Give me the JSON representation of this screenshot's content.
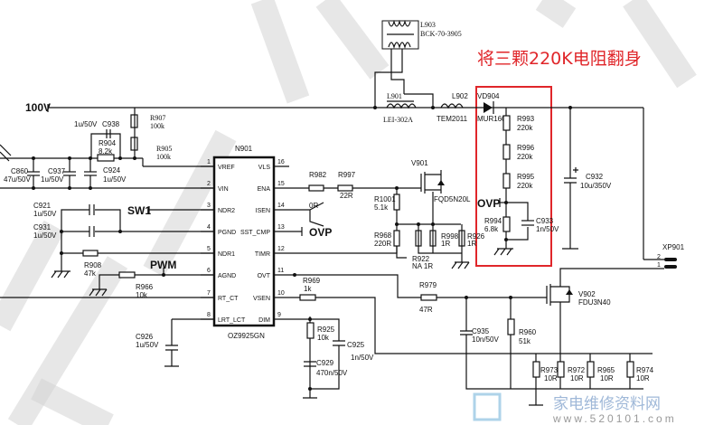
{
  "annotation": "将三颗220K电阻翻身",
  "rails": {
    "v100": "100V",
    "sw1": "SW1",
    "pwm": "PWM",
    "ovp_left": "OVP",
    "ovp_right": "OVP"
  },
  "ic": {
    "ref": "N901",
    "part": "OZ9925GN",
    "left_pins": [
      {
        "num": "1",
        "name": "VREF"
      },
      {
        "num": "2",
        "name": "VIN"
      },
      {
        "num": "3",
        "name": "NDR2"
      },
      {
        "num": "4",
        "name": "PGND"
      },
      {
        "num": "5",
        "name": "NDR1"
      },
      {
        "num": "6",
        "name": "AGND"
      },
      {
        "num": "7",
        "name": "RT_CT"
      },
      {
        "num": "8",
        "name": "LRT_LCT"
      }
    ],
    "right_pins": [
      {
        "num": "16",
        "name": "VLS"
      },
      {
        "num": "15",
        "name": "ENA"
      },
      {
        "num": "14",
        "name": "ISEN"
      },
      {
        "num": "13",
        "name": "SST_CMP"
      },
      {
        "num": "12",
        "name": "TIMR"
      },
      {
        "num": "11",
        "name": "OVT"
      },
      {
        "num": "10",
        "name": "VSEN"
      },
      {
        "num": "9",
        "name": "DIM"
      }
    ]
  },
  "components": {
    "R907": {
      "ref": "R907",
      "value": "100k"
    },
    "R905": {
      "ref": "R905",
      "value": "100k"
    },
    "C938": {
      "ref": "C938",
      "value": "1u/50V"
    },
    "R904": {
      "ref": "R904",
      "value": "8.2k"
    },
    "C860": {
      "ref": "C860",
      "value": "47u/50V"
    },
    "C937": {
      "ref": "C937",
      "value": "1u/50V"
    },
    "C924": {
      "ref": "C924",
      "value": "1u/50V"
    },
    "C921": {
      "ref": "C921",
      "value": "1u/50V"
    },
    "C931": {
      "ref": "C931",
      "value": "1u/50V"
    },
    "R908": {
      "ref": "R908",
      "value": "47k"
    },
    "R966": {
      "ref": "R966",
      "value": "10k"
    },
    "C926": {
      "ref": "C926",
      "value": "1u/50V"
    },
    "R982": {
      "ref": "R982"
    },
    "R997": {
      "ref": "R997",
      "value": "22R"
    },
    "R0": {
      "value": "0R"
    },
    "R1001": {
      "ref": "R1001",
      "value": "5.1k"
    },
    "R968": {
      "ref": "R968",
      "value": "220R"
    },
    "R922": {
      "ref": "R922",
      "value": "NA 1R"
    },
    "R998": {
      "ref": "R998",
      "value": "1R"
    },
    "R926": {
      "ref": "R926",
      "value": "1R"
    },
    "V901": {
      "ref": "V901",
      "part": "FQD5N20L"
    },
    "L903": {
      "ref": "L903",
      "part": "BCK-70-3905"
    },
    "L901": {
      "ref": "L901",
      "part": "LEI-302A"
    },
    "L902": {
      "ref": "L902",
      "part": "TEM2011"
    },
    "VD904": {
      "ref": "VD904",
      "part": "MUR160"
    },
    "R993": {
      "ref": "R993",
      "value": "220k"
    },
    "R996": {
      "ref": "R996",
      "value": "220k"
    },
    "R995": {
      "ref": "R995",
      "value": "220k"
    },
    "R994": {
      "ref": "R994",
      "value": "6.8k"
    },
    "C933": {
      "ref": "C933",
      "value": "1n/50V"
    },
    "C932": {
      "ref": "C932",
      "value": "10u/350V"
    },
    "XP901": {
      "ref": "XP901"
    },
    "R969": {
      "ref": "R969",
      "value": "1k"
    },
    "R979": {
      "ref": "R979",
      "value": "47R"
    },
    "V902": {
      "ref": "V902",
      "part": "FDU3N40"
    },
    "C935": {
      "ref": "C935",
      "value": "10n/50V"
    },
    "R960": {
      "ref": "R960",
      "value": "51k"
    },
    "R925": {
      "ref": "R925",
      "value": "10k"
    },
    "C925": {
      "ref": "C925",
      "value": "1n/50V"
    },
    "C929": {
      "ref": "C929",
      "value": "470n/50V"
    },
    "R973": {
      "ref": "R973",
      "value": "10R"
    },
    "R972": {
      "ref": "R972",
      "value": "10R"
    },
    "R965": {
      "ref": "R965",
      "value": "10R"
    },
    "R974": {
      "ref": "R974",
      "value": "10R"
    }
  },
  "watermark": {
    "site_name": "家电维修资料网",
    "url": "www.520101.com"
  },
  "colors": {
    "annotation": "#e0262a",
    "box": "#e0262a"
  }
}
